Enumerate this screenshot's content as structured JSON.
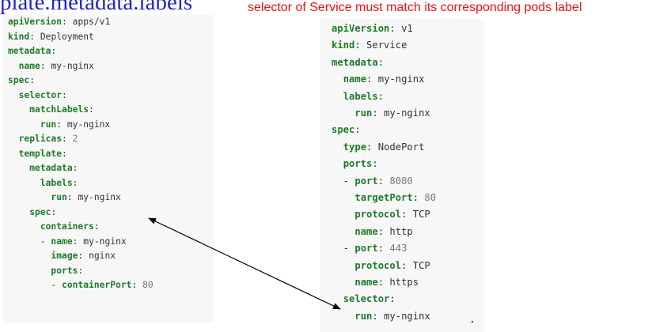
{
  "heading_left": "plate.metadata.labels",
  "heading_right": "selector of Service must match its corresponding pods label",
  "deployment_lines": [
    {
      "indent": "",
      "key": "apiVersion",
      "value": "apps/v1"
    },
    {
      "indent": "",
      "key": "kind",
      "value": "Deployment"
    },
    {
      "indent": "",
      "key": "metadata",
      "value": ""
    },
    {
      "indent": "  ",
      "key": "name",
      "value": "my-nginx"
    },
    {
      "indent": "",
      "key": "spec",
      "value": ""
    },
    {
      "indent": "  ",
      "key": "selector",
      "value": ""
    },
    {
      "indent": "    ",
      "key": "matchLabels",
      "value": ""
    },
    {
      "indent": "      ",
      "key": "run",
      "value": "my-nginx"
    },
    {
      "indent": "  ",
      "key": "replicas",
      "value": "2"
    },
    {
      "indent": "  ",
      "key": "template",
      "value": ""
    },
    {
      "indent": "    ",
      "key": "metadata",
      "value": ""
    },
    {
      "indent": "      ",
      "key": "labels",
      "value": ""
    },
    {
      "indent": "        ",
      "key": "run",
      "value": "my-nginx"
    },
    {
      "indent": "    ",
      "key": "spec",
      "value": ""
    },
    {
      "indent": "      ",
      "key": "containers",
      "value": ""
    },
    {
      "indent": "      - ",
      "key": "name",
      "value": "my-nginx"
    },
    {
      "indent": "        ",
      "key": "image",
      "value": "nginx"
    },
    {
      "indent": "        ",
      "key": "ports",
      "value": ""
    },
    {
      "indent": "        - ",
      "key": "containerPort",
      "value": "80"
    }
  ],
  "service_lines": [
    {
      "indent": "",
      "key": "apiVersion",
      "value": "v1"
    },
    {
      "indent": "",
      "key": "kind",
      "value": "Service"
    },
    {
      "indent": "",
      "key": "metadata",
      "value": ""
    },
    {
      "indent": "  ",
      "key": "name",
      "value": "my-nginx"
    },
    {
      "indent": "  ",
      "key": "labels",
      "value": ""
    },
    {
      "indent": "    ",
      "key": "run",
      "value": "my-nginx"
    },
    {
      "indent": "",
      "key": "spec",
      "value": ""
    },
    {
      "indent": "  ",
      "key": "type",
      "value": "NodePort"
    },
    {
      "indent": "  ",
      "key": "ports",
      "value": ""
    },
    {
      "indent": "  - ",
      "key": "port",
      "value": "8080"
    },
    {
      "indent": "    ",
      "key": "targetPort",
      "value": "80"
    },
    {
      "indent": "    ",
      "key": "protocol",
      "value": "TCP"
    },
    {
      "indent": "    ",
      "key": "name",
      "value": "http"
    },
    {
      "indent": "  - ",
      "key": "port",
      "value": "443"
    },
    {
      "indent": "    ",
      "key": "protocol",
      "value": "TCP"
    },
    {
      "indent": "    ",
      "key": "name",
      "value": "https"
    },
    {
      "indent": "  ",
      "key": "selector",
      "value": ""
    },
    {
      "indent": "    ",
      "key": "run",
      "value": "my-nginx"
    }
  ],
  "colors": {
    "heading_left": "#2323cc",
    "heading_right": "#ee1111",
    "yaml_key": "#1f7a2a",
    "yaml_number": "#7a7a7a",
    "code_background": "#f7f7f7",
    "arrow": "#000000"
  }
}
